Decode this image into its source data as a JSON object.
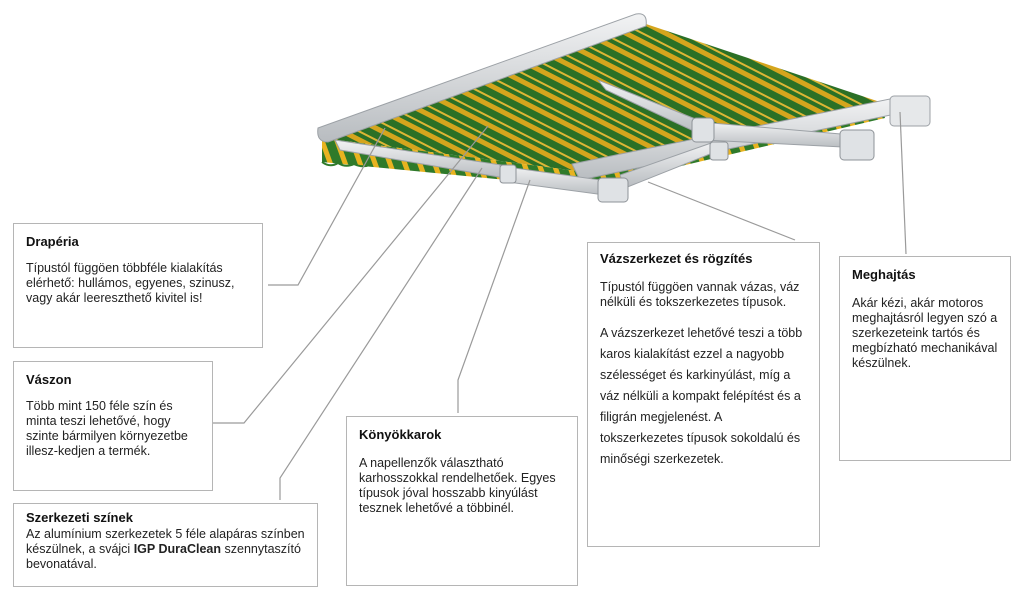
{
  "callouts": {
    "draperia": {
      "title": "Drapéria",
      "text": "Típustól függöen többféle kialakítás elérhető: hullámos, egyenes, szinusz, vagy akár leereszthető kivitel is!"
    },
    "vaszon": {
      "title": "Vászon",
      "text": "Több mint 150 féle szín és minta teszi lehetővé, hogy szinte bármilyen környezetbe illesz-kedjen a termék."
    },
    "szinek": {
      "title": "Szerkezeti színek",
      "text_before": "Az alumínium szerkezetek 5 féle alapáras színben készülnek, a svájci",
      "bold": "IGP DuraClean",
      "text_after": "szennytaszító bevonatával."
    },
    "konyok": {
      "title": "Könyökkarok",
      "text": "A napellenzők választható karhosszokkal rendelhetőek. Egyes típusok jóval hosszabb kinyúlást tesznek lehetővé a többinél."
    },
    "vaz": {
      "title": "Vázszerkezet és rögzítés",
      "text1": "Típustól függöen vannak vázas, váz nélküli és tokszerkezetes típusok.",
      "text2": "A vázszerkezet lehetővé teszi a több karos kialakítást ezzel a nagyobb szélességet és karkinyúlást, míg a váz nélküli a kompakt felépítést és a filigrán megjelenést. A tokszerkezetes típusok sokoldalú és minőségi szerkezetek."
    },
    "meghajtas": {
      "title": "Meghajtás",
      "text": "Akár kézi, akár motoros meghajtásról legyen szó a szerkezeteink tartós és megbízható mechanikával készülnek."
    }
  },
  "colors": {
    "stripe_green": "#2f7a2a",
    "stripe_yellow": "#e8b320",
    "frame": "#d9dcdf",
    "leader": "#9a9a9a",
    "border": "#b5b5b5"
  }
}
